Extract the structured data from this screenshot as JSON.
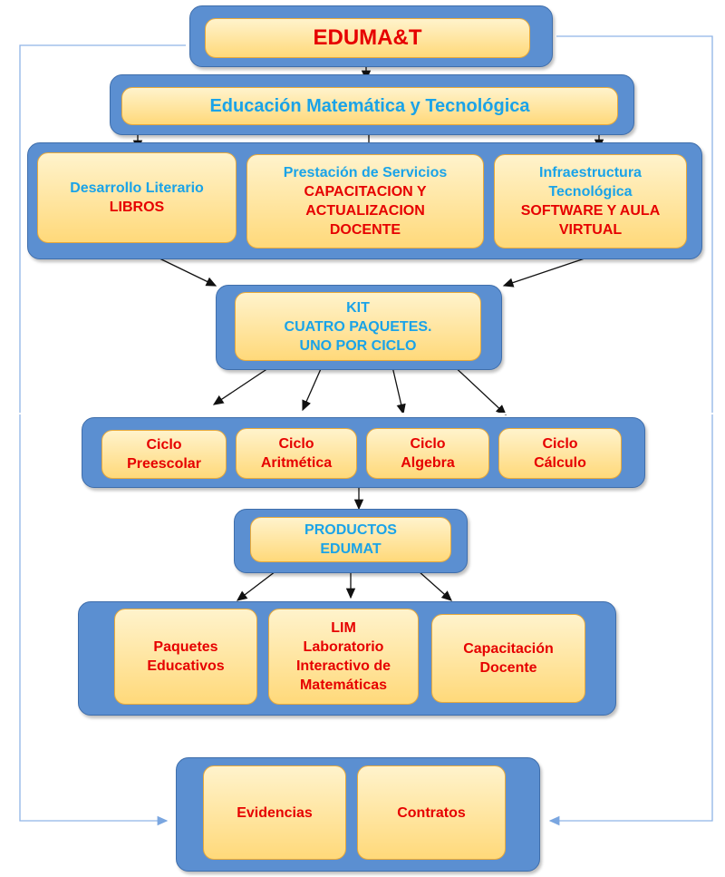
{
  "top": {
    "title": "EDUMA&T"
  },
  "subtitle": {
    "text": "Educación Matemática y Tecnológica"
  },
  "branches": {
    "literario": {
      "line1": "Desarrollo Literario",
      "line2": "LIBROS"
    },
    "servicios": {
      "line1": "Prestación de Servicios",
      "line2": "CAPACITACION Y",
      "line3": "ACTUALIZACION",
      "line4": "DOCENTE"
    },
    "infra": {
      "line1": "Infraestructura",
      "line2": "Tecnológica",
      "line3": "SOFTWARE Y AULA",
      "line4": "VIRTUAL"
    }
  },
  "kit": {
    "line1": "KIT",
    "line2": "CUATRO PAQUETES.",
    "line3": "UNO POR CICLO"
  },
  "ciclos": [
    {
      "line1": "Ciclo",
      "line2": "Preescolar"
    },
    {
      "line1": "Ciclo",
      "line2": "Aritmética"
    },
    {
      "line1": "Ciclo",
      "line2": "Algebra"
    },
    {
      "line1": "Ciclo",
      "line2": "Cálculo"
    }
  ],
  "productos": {
    "line1": "PRODUCTOS",
    "line2": "EDUMAT"
  },
  "items": {
    "paquetes": {
      "line1": "Paquetes",
      "line2": "Educativos"
    },
    "lim": {
      "line1": "LIM",
      "line2": "Laboratorio",
      "line3": "Interactivo de",
      "line4": "Matemáticas"
    },
    "capacitacion": {
      "line1": "Capacitación",
      "line2": "Docente"
    }
  },
  "results": {
    "evidencias": "Evidencias",
    "contratos": "Contratos"
  },
  "colors": {
    "panel": "#5b8fd1",
    "box": "#ffd97a",
    "cyan_text": "#1aa3e8",
    "red_text": "#e60000",
    "connector": "#8fb4e6"
  }
}
